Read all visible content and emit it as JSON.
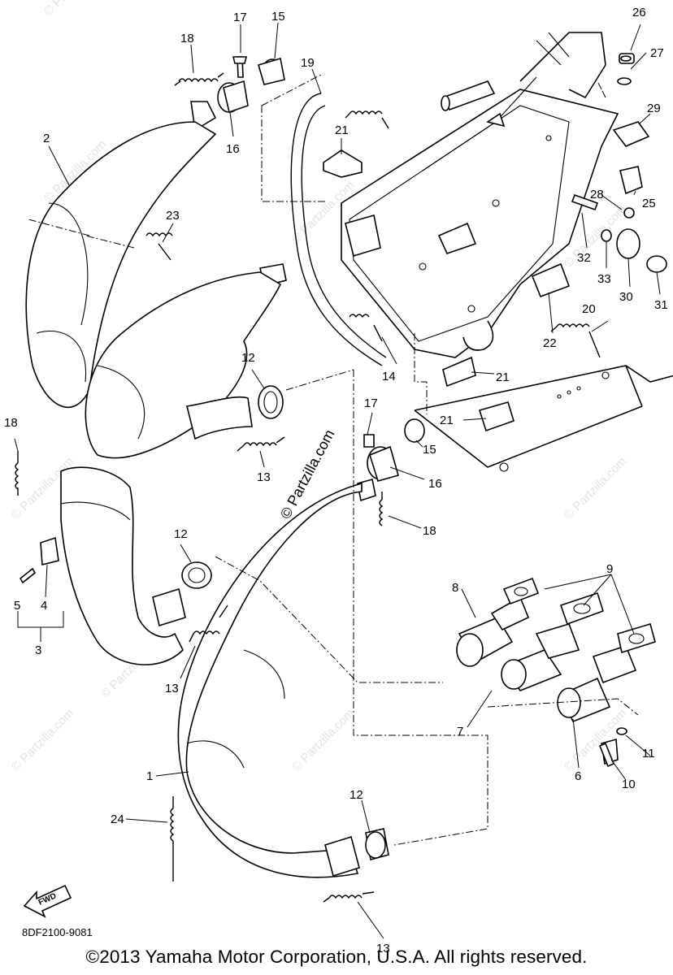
{
  "watermarks": [
    "© Partzilla.com",
    "© Partzilla.com",
    "© Partzilla.com",
    "© Partzilla.com",
    "© Partzilla.com",
    "© Partzilla.com",
    "© Partzilla.com",
    "© Partzilla.com",
    "© Partzilla.com",
    "© Partzilla.com"
  ],
  "center_watermark": "© Partzilla.com",
  "fwd_label": "FWD",
  "diagram_code": "8DF2100-9081",
  "copyright": "©2013 Yamaha Motor Corporation, U.S.A. All rights reserved.",
  "callouts": {
    "c1": "1",
    "c2": "2",
    "c3": "3",
    "c4": "4",
    "c5": "5",
    "c6": "6",
    "c7": "7",
    "c8": "8",
    "c9": "9",
    "c10": "10",
    "c11": "11",
    "c12a": "12",
    "c12b": "12",
    "c12c": "12",
    "c13a": "13",
    "c13b": "13",
    "c13c": "13",
    "c14": "14",
    "c15a": "15",
    "c15b": "15",
    "c16a": "16",
    "c16b": "16",
    "c17a": "17",
    "c17b": "17",
    "c18a": "18",
    "c18b": "18",
    "c18c": "18",
    "c19": "19",
    "c20": "20",
    "c21a": "21",
    "c21b": "21",
    "c21c": "21",
    "c22": "22",
    "c23": "23",
    "c24": "24",
    "c25": "25",
    "c26": "26",
    "c27": "27",
    "c28": "28",
    "c29": "29",
    "c30": "30",
    "c31": "31",
    "c32": "32",
    "c33": "33"
  }
}
